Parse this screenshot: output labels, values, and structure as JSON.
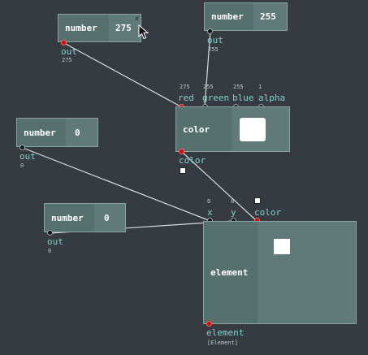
{
  "nodes": {
    "n1": {
      "title": "number",
      "value": "275",
      "close": "x",
      "out_label": "out",
      "out_value": "275"
    },
    "n2": {
      "title": "number",
      "value": "255",
      "out_label": "out",
      "out_value": "255"
    },
    "n3": {
      "title": "number",
      "value": "0",
      "out_label": "out",
      "out_value": "0"
    },
    "n4": {
      "title": "number",
      "value": "0",
      "out_label": "out",
      "out_value": "0"
    },
    "color": {
      "title": "color",
      "inputs": [
        {
          "label": "red",
          "value": "275"
        },
        {
          "label": "green",
          "value": "255"
        },
        {
          "label": "blue",
          "value": "255"
        },
        {
          "label": "alpha",
          "value": "1"
        }
      ],
      "out_label": "color",
      "swatch_color": "#ffffff"
    },
    "element": {
      "title": "element",
      "inputs": [
        {
          "label": "x",
          "value": "0"
        },
        {
          "label": "y",
          "value": "0"
        },
        {
          "label": "color",
          "value": ""
        }
      ],
      "out_label": "element",
      "out_value": "[Element]"
    }
  },
  "colors": {
    "background": "#353b41",
    "node": "#5f7a78",
    "port_label": "#7fd0cc",
    "wire": "#d8dcdc",
    "active_port": "#c01010"
  }
}
